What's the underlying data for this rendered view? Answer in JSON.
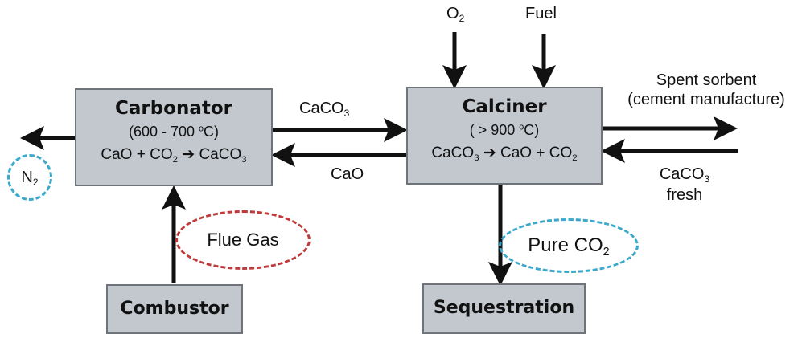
{
  "diagram": {
    "carbonator": {
      "title": "Carbonator",
      "temp_prefix": "(600 - 700 ",
      "temp_unit": "C)",
      "degree": "o",
      "reaction": {
        "a": "CaO + CO",
        "a_sub": "2",
        "arrow": "➔",
        "b": "CaCO",
        "b_sub": "3"
      }
    },
    "calciner": {
      "title": "Calciner",
      "temp_prefix": "( > 900 ",
      "temp_unit": "C)",
      "degree": "o",
      "reaction": {
        "a": "CaCO",
        "a_sub": "3",
        "arrow": "➔",
        "b": "CaO + CO",
        "b_sub": "2"
      }
    },
    "combustor": {
      "title": "Combustor"
    },
    "sequestration": {
      "title": "Sequestration"
    },
    "labels": {
      "caco3_flow": {
        "text": "CaCO",
        "sub": "3"
      },
      "cao_flow": "CaO",
      "o2": {
        "text": "O",
        "sub": "2"
      },
      "fuel": "Fuel",
      "spent_line1": "Spent sorbent",
      "spent_line2": "(cement manufacture)",
      "fresh_caco3": {
        "text": "CaCO",
        "sub": "3"
      },
      "fresh": "fresh",
      "n2": {
        "text": "N",
        "sub": "2"
      },
      "flue_gas": "Flue Gas",
      "pure_co2": {
        "text": "Pure CO",
        "sub": "2"
      }
    },
    "colors": {
      "box_fill": "#c3c8cf",
      "box_border": "#6f747b",
      "arrow": "#111111",
      "flue_gas_ellipse": "#c0393b",
      "co2_ellipse": "#3aa9cc"
    }
  }
}
